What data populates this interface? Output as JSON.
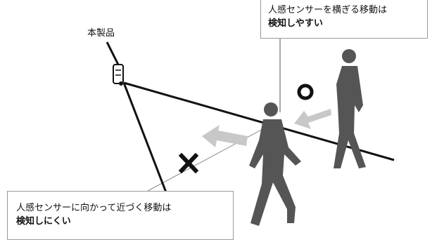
{
  "device_label": "本製品",
  "callout_top": {
    "line1": "人感センサーを横ぎる移動は",
    "line2": "検知しやすい"
  },
  "callout_bottom": {
    "line1": "人感センサーに向かって近づく移動は",
    "line2": "検知しにくい"
  },
  "marks": {
    "good": "O",
    "bad": "X"
  },
  "colors": {
    "line": "#111111",
    "figure": "#555555",
    "arrow": "#c8c8c8",
    "callout_border": "#9a9a9a"
  }
}
